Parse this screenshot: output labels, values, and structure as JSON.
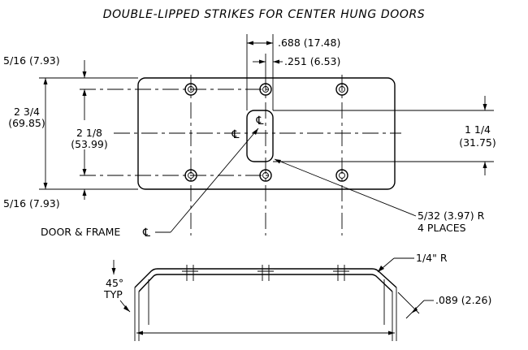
{
  "title": "DOUBLE-LIPPED STRIKES FOR CENTER HUNG DOORS",
  "dims": {
    "top_width": ".688 (17.48)",
    "top_offset": ".251 (6.53)",
    "left_top_edge": "5/16 (7.93)",
    "overall_height_frac": "2 3/4",
    "overall_height_mm": "(69.85)",
    "hole_spacing_frac": "2 1/8",
    "hole_spacing_mm": "(53.99)",
    "left_bottom_edge": "5/16 (7.93)",
    "slot_height_frac": "1 1/4",
    "slot_height_mm": "(31.75)",
    "hole_radius": "5/32 (3.97) R",
    "hole_count": "4 PLACES",
    "door_frame_center": "DOOR & FRAME",
    "angle": "45°",
    "angle_note": "TYP",
    "bend_radius": "1/4\" R",
    "thickness": ".089 (2.26)"
  },
  "symbols": {
    "centerline": "℄"
  }
}
